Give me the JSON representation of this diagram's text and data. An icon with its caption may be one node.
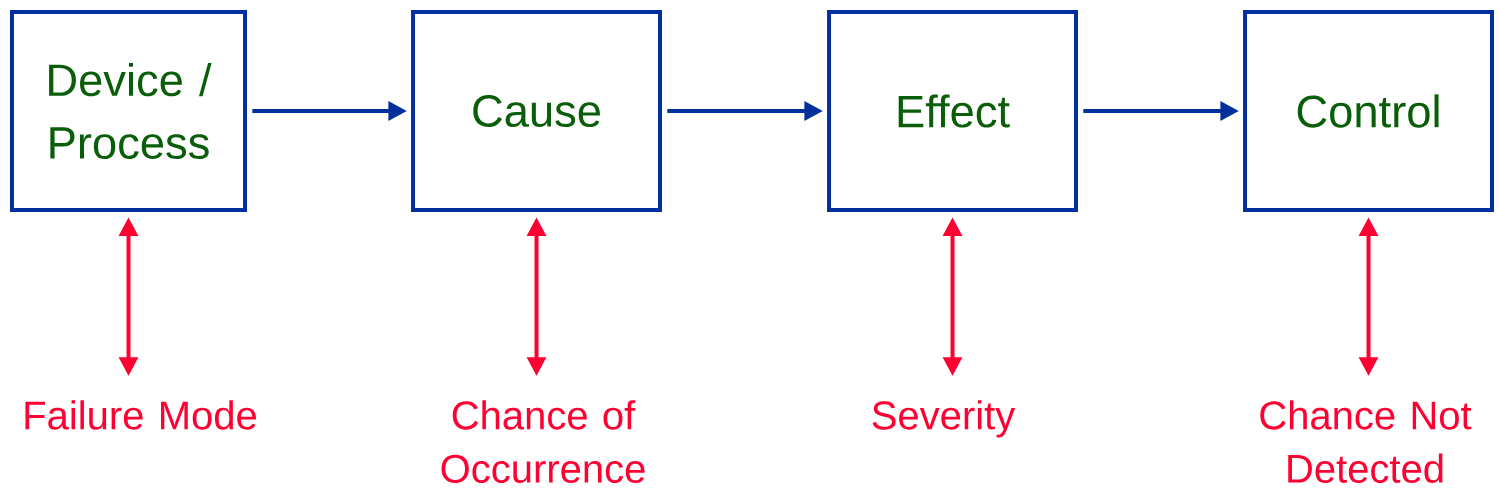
{
  "diagram": {
    "nodes": [
      {
        "text": [
          "Device / Process"
        ]
      },
      {
        "text": [
          "Cause"
        ]
      },
      {
        "text": [
          "Effect"
        ]
      },
      {
        "text": [
          "Control"
        ]
      },
      {
        "text": [
          "Failure Mode"
        ]
      },
      {
        "text": [
          "Chance of Occurrence"
        ]
      },
      {
        "text": [
          "Severity"
        ]
      },
      {
        "text": [
          "Chance Not Detected"
        ]
      }
    ],
    "edges": [
      {
        "from": 0,
        "to": 1,
        "arrow": "to",
        "color": "#00309c"
      },
      {
        "from": 1,
        "to": 2,
        "arrow": "to",
        "color": "#00309c"
      },
      {
        "from": 2,
        "to": 3,
        "arrow": "to",
        "color": "#00309c"
      },
      {
        "from": 0,
        "to": 4,
        "arrow": "both",
        "color": "#ff0033"
      },
      {
        "from": 1,
        "to": 5,
        "arrow": "both",
        "color": "#ff0033"
      },
      {
        "from": 2,
        "to": 6,
        "arrow": "both",
        "color": "#ff0033"
      },
      {
        "from": 3,
        "to": 7,
        "arrow": "both",
        "color": "#ff0033"
      }
    ]
  }
}
